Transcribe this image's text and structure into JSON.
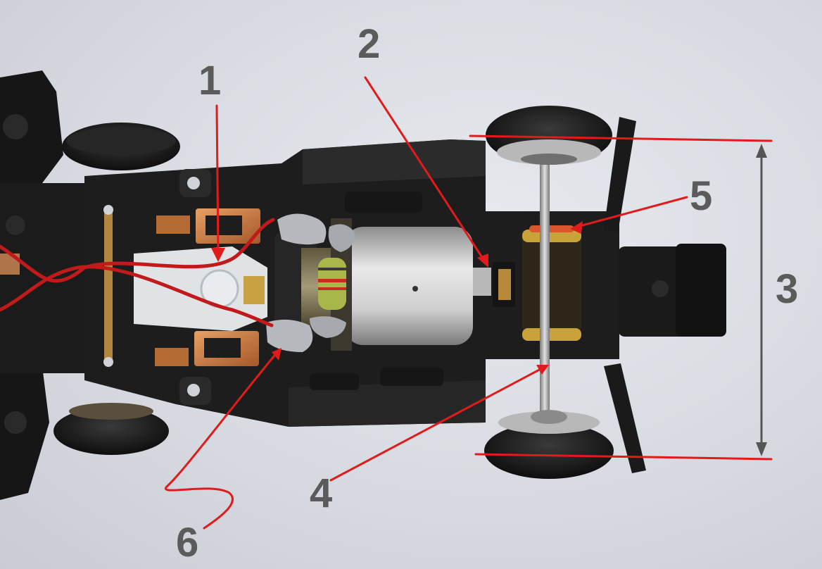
{
  "callouts": {
    "one": "1",
    "two": "2",
    "three": "3",
    "four": "4",
    "five": "5",
    "six": "6"
  },
  "colors": {
    "annotation_red": "#e11b1b",
    "dimension_gray": "#555555",
    "label_gray": "#5b5b5b",
    "chassis_black": "#1c1c1c",
    "copper": "#c97a3a",
    "motor_silver": "#c9c9c9",
    "gear_brass": "#c9a23a"
  }
}
